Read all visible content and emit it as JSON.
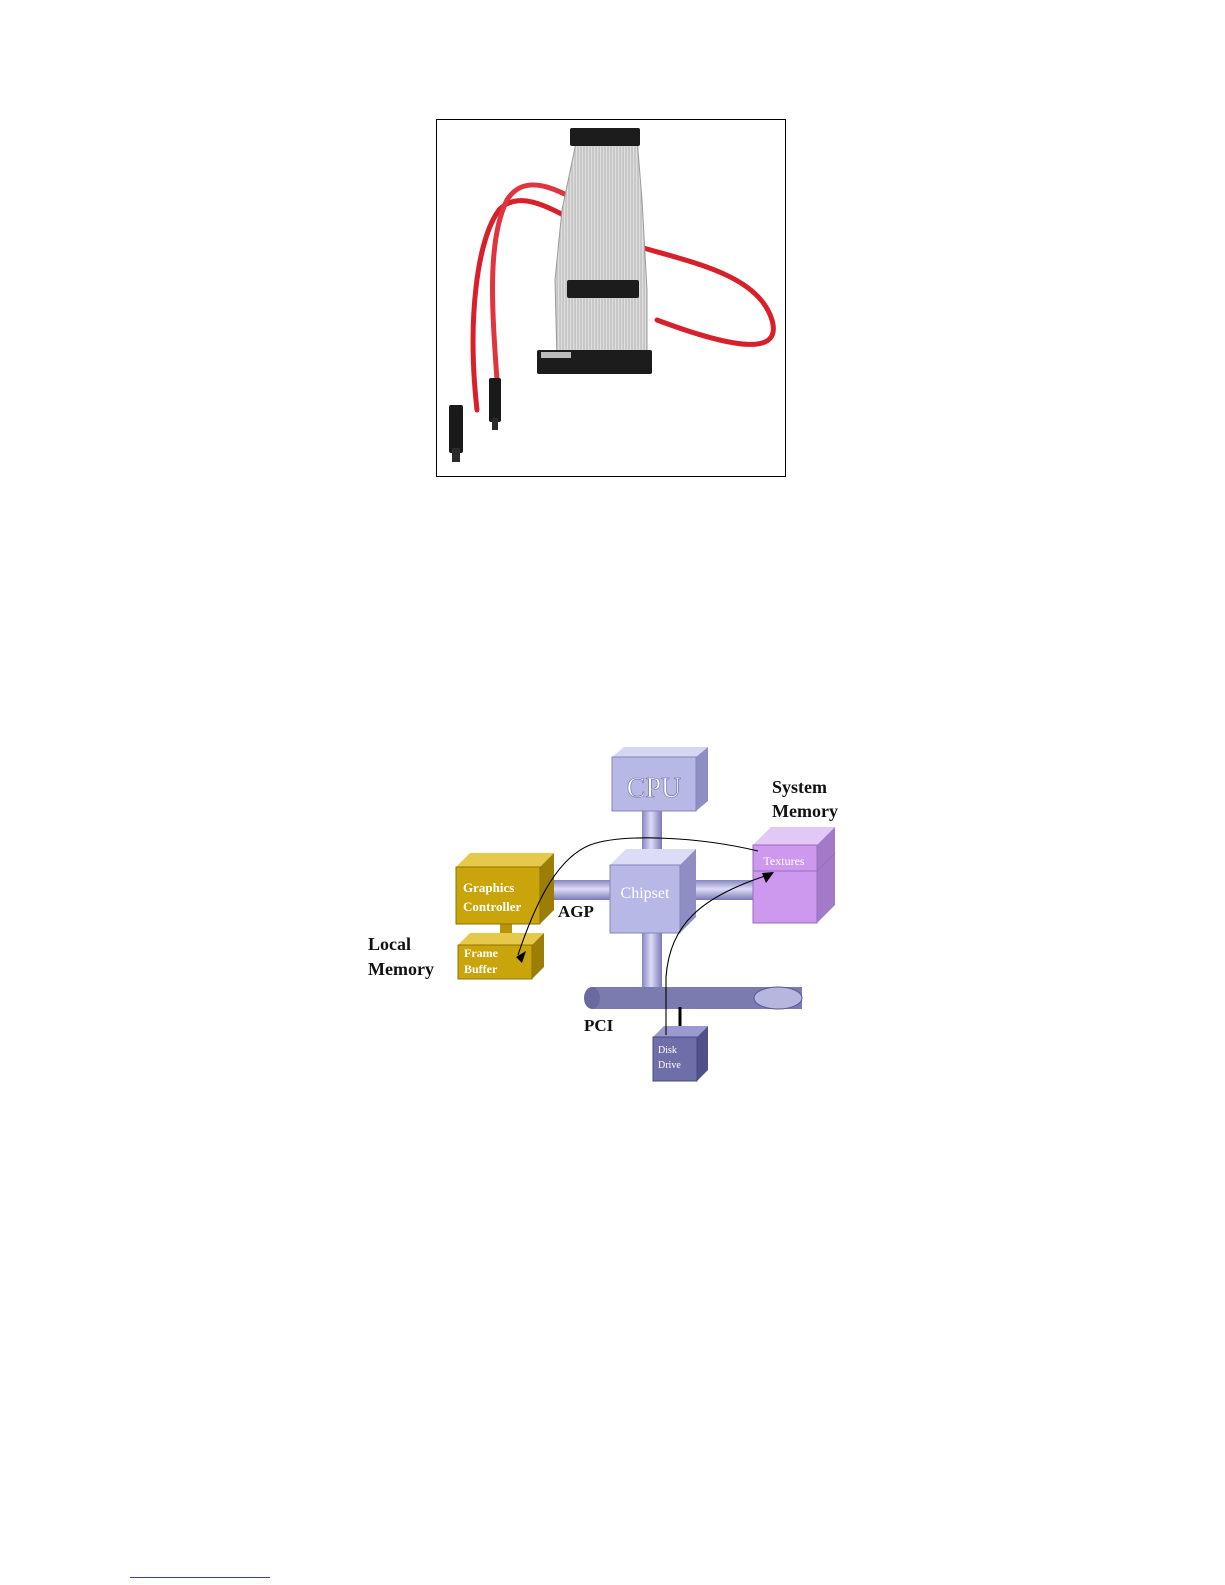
{
  "photo": {
    "subject": "ide-ribbon-and-sata-cables"
  },
  "diagram": {
    "labels": {
      "cpu": "CPU",
      "system_memory_line1": "System",
      "system_memory_line2": "Memory",
      "textures": "Textures",
      "chipset": "Chipset",
      "graphics_line1": "Graphics",
      "graphics_line2": "Controller",
      "agp": "AGP",
      "local_memory_line1": "Local",
      "local_memory_line2": "Memory",
      "frame_line1": "Frame",
      "frame_line2": "Buffer",
      "pci": "PCI",
      "disk_line1": "Disk",
      "disk_line2": "Drive"
    },
    "colors": {
      "cpu_chipset": "#b8b8e6",
      "graphics": "#c9a40a",
      "system_memory": "#cc99ee",
      "disk": "#6e6ea8",
      "pci_bus": "#7b7bb0"
    }
  }
}
